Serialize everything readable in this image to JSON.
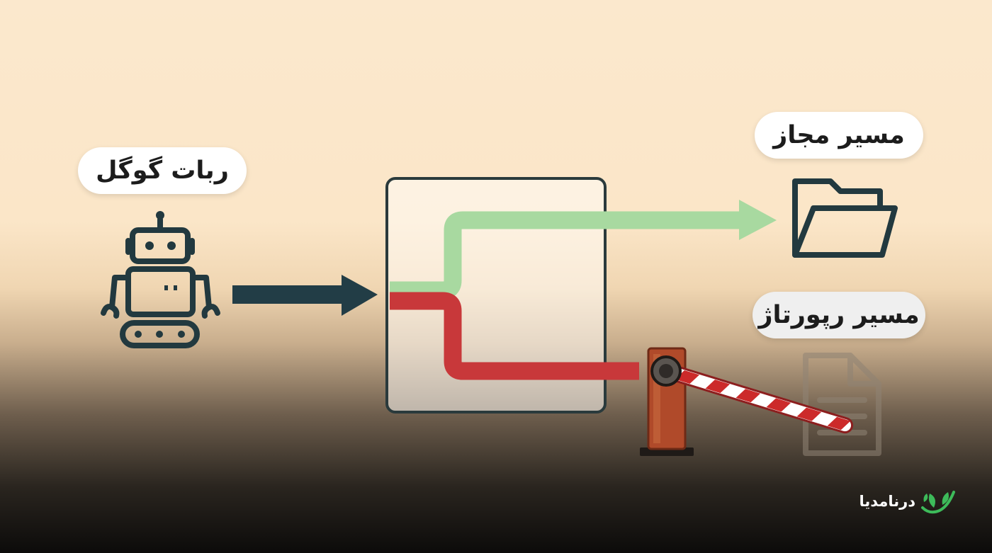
{
  "labels": {
    "robot": "ربات گوگل",
    "allowed_path": "مسیر مجاز",
    "report_path": "مسیر رپورتاژ"
  },
  "brand": {
    "name": "درنامدیا"
  },
  "icons": {
    "robot": "robot-icon",
    "folder": "folder-icon",
    "document": "document-icon",
    "barrier": "barrier-gate-icon",
    "logo": "leaf-logo-icon"
  },
  "colors": {
    "allowed_path": "#a8d9a0",
    "blocked_path": "#c8383a",
    "dark_arrow": "#223d46",
    "icon_stroke": "#22393f",
    "barrier_post": "#b04a2a",
    "logo_green": "#3dbb5a"
  }
}
